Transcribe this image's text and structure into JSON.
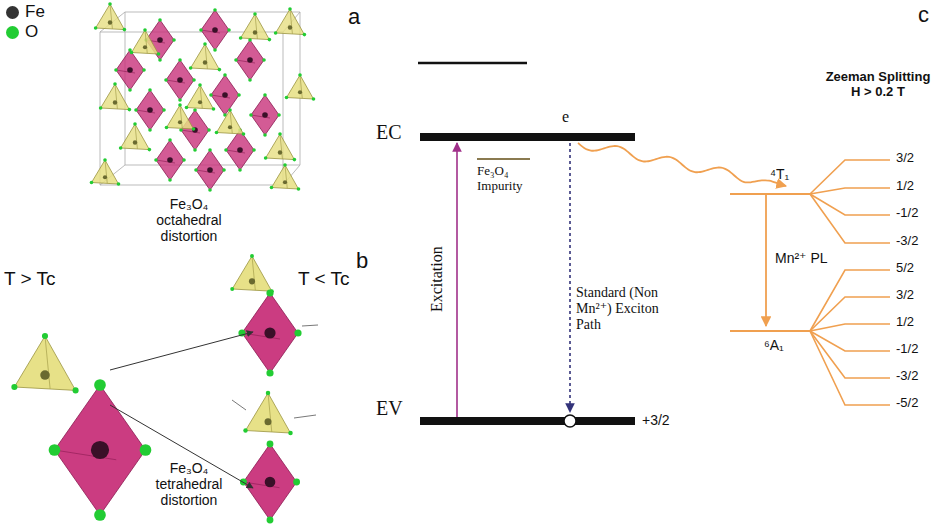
{
  "diagram": {
    "labels": [
      "a",
      "b",
      "c",
      "T > Tc",
      "T < Tc",
      "Fe₃O₄ octahedral distortion",
      "Fe₃O₄ tetrahedral distortion",
      "EC",
      "EV",
      "Fe₃O₄ Impurity",
      "Excitation",
      "e",
      "Standard (Non Mn²⁺) Exciton Path",
      "+3/2",
      "Zeeman Splitting H > 0.2 T",
      "⁴T₁",
      "⁶A₁",
      "Mn²⁺ PL",
      "3/2",
      "1/2",
      "-1/2",
      "-3/2",
      "5/2",
      "3/2",
      "1/2",
      "-1/2",
      "-3/2",
      "-5/2"
    ],
    "legend": [
      {
        "text": "Fe",
        "color": "#333333"
      },
      {
        "text": "O",
        "color": "#22cc33"
      }
    ]
  }
}
